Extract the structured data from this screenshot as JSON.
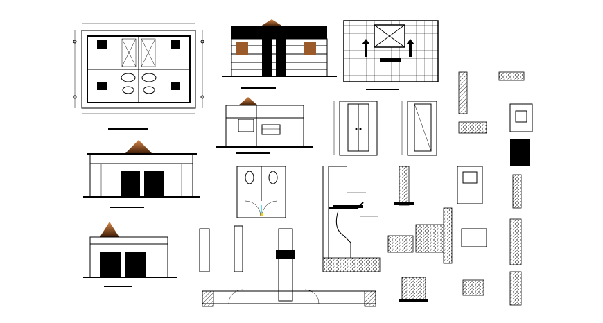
{
  "sheet": {
    "background": "#ffffff",
    "line_color": "#000000",
    "roof_gradient": [
      "#c8783c",
      "#4a2208"
    ],
    "accent_cyan": "#00bcd4",
    "accent_yellow": "#f4d000"
  },
  "drawings": [
    {
      "id": "floor-plan",
      "kind": "plan"
    },
    {
      "id": "front-elevation-top",
      "kind": "elevation"
    },
    {
      "id": "wall-tile-elevation",
      "kind": "elevation"
    },
    {
      "id": "section-a",
      "kind": "section"
    },
    {
      "id": "door-elevation-1",
      "kind": "elevation"
    },
    {
      "id": "door-elevation-2",
      "kind": "elevation"
    },
    {
      "id": "side-elevation",
      "kind": "elevation"
    },
    {
      "id": "back-elevation",
      "kind": "elevation"
    },
    {
      "id": "wc-plan",
      "kind": "plan"
    },
    {
      "id": "plumbing-section",
      "kind": "section"
    },
    {
      "id": "wall-details",
      "kind": "detail"
    },
    {
      "id": "foundation-details",
      "kind": "detail"
    }
  ]
}
